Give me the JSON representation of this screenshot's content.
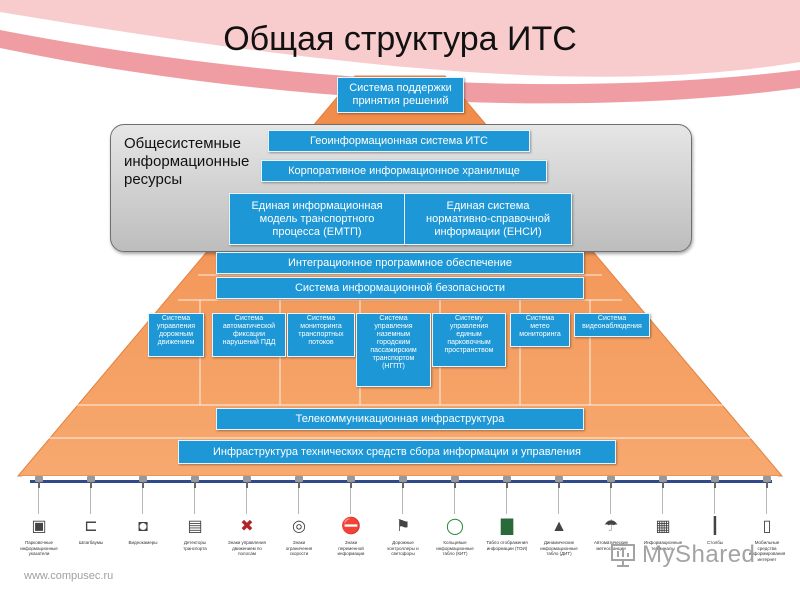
{
  "title": "Общая структура ИТС",
  "side_panel_label": "Общесистемные\nинформационные\nресурсы",
  "boxes": {
    "decision_support": "Система поддержки\nпринятия решений",
    "geoinfo": "Геоинформационная система ИТС",
    "corporate_storage": "Корпоративное информационное хранилище",
    "emtp": "Единая информационная\nмодель транспортного\nпроцесса (ЕМТП)",
    "ensi": "Единая система\nнормативно-справочной\nинформации (ЕНСИ)",
    "integration": "Интеграционное программное обеспечение",
    "security": "Система информационной безопасности",
    "telecom": "Телекоммуникационная инфраструктура",
    "infrastructure": "Инфраструктура технических средств сбора информации и управления"
  },
  "subsystems": [
    "Система\nуправления\nдорожным\nдвижением",
    "Система\nавтоматической\nфиксации\nнарушений ПДД",
    "Система\nмониторинга\nтранспортных\nпотоков",
    "Система\nуправления\nназемным\nгородским\nпассажирским\nтранспортом\n(НГПТ)",
    "Систему\nуправления\nединым\nпарковочным\nпространством",
    "Система\nметео\nмониторинга",
    "Система\nвидеонаблюдения"
  ],
  "devices": [
    {
      "icon": "parking-sign-icon",
      "label": "Парковочные\nинформационные\nуказатели"
    },
    {
      "icon": "barrier-icon",
      "label": "Шлагбаумы"
    },
    {
      "icon": "video-camera-icon",
      "label": "Видеокамеры"
    },
    {
      "icon": "detector-icon",
      "label": "Детекторы\nтранспорта"
    },
    {
      "icon": "lane-sign-icon",
      "label": "Знаки управления\nдвижением по\nполосам"
    },
    {
      "icon": "speed-limit-sign-icon",
      "label": "Знаки\nограничения\nскорости"
    },
    {
      "icon": "variable-sign-icon",
      "label": "Знаки\nпеременной\nинформации"
    },
    {
      "icon": "traffic-light-icon",
      "label": "Дорожные\nконтроллеры и\nсветофоры"
    },
    {
      "icon": "ring-display-icon",
      "label": "Кольцевые\nинформационные\nтабло (КИТ)"
    },
    {
      "icon": "display-board-icon",
      "label": "Табло отображения\nинформации (ТОИ)"
    },
    {
      "icon": "dynamic-board-icon",
      "label": "Динамические\nинформационные\nтабло (ДИТ)"
    },
    {
      "icon": "weather-station-icon",
      "label": "Автоматические\nметеостанции"
    },
    {
      "icon": "terminal-icon",
      "label": "Информационные\nтерминалы"
    },
    {
      "icon": "pole-icon",
      "label": "Столбы"
    },
    {
      "icon": "mobile-device-icon",
      "label": "Мобильные\nсредства\nинформирования\nинтернет"
    }
  ],
  "footer_url": "www.compusec.ru",
  "watermark": "MyShared",
  "colors": {
    "pyramid": "#f6a064",
    "box": "#1e97d6",
    "bus": "#2e4a8a",
    "swoosh": "#e8747c"
  }
}
